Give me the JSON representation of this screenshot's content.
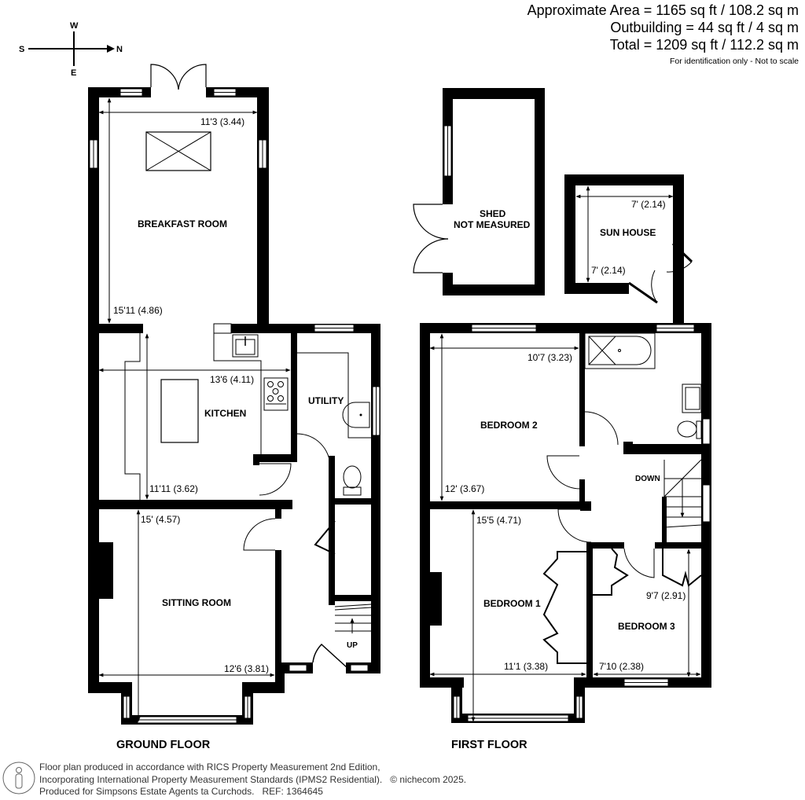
{
  "areas": {
    "approximate": "Approximate Area = 1165 sq ft / 108.2 sq m",
    "outbuilding": "Outbuilding = 44 sq ft / 4 sq m",
    "total": "Total = 1209 sq ft / 112.2 sq m",
    "note": "For identification only - Not to scale"
  },
  "compass": {
    "n": "N",
    "s": "S",
    "e": "E",
    "w": "W"
  },
  "ground_floor": {
    "title": "GROUND FLOOR",
    "rooms": {
      "breakfast": {
        "name": "BREAKFAST ROOM",
        "width": "11'3 (3.44)",
        "length": "15'11 (4.86)"
      },
      "kitchen": {
        "name": "KITCHEN",
        "width": "13'6 (4.11)",
        "length": "11'11 (3.62)"
      },
      "utility": {
        "name": "UTILITY"
      },
      "sitting": {
        "name": "SITTING ROOM",
        "length": "15' (4.57)",
        "width": "12'6 (3.81)"
      },
      "stairs": {
        "label": "UP"
      }
    }
  },
  "first_floor": {
    "title": "FIRST FLOOR",
    "rooms": {
      "bedroom2": {
        "name": "BEDROOM 2",
        "width": "10'7 (3.23)",
        "length": "12' (3.67)"
      },
      "bedroom1": {
        "name": "BEDROOM 1",
        "length": "15'5 (4.71)",
        "width": "11'1 (3.38)"
      },
      "bedroom3": {
        "name": "BEDROOM 3",
        "length": "9'7 (2.91)",
        "width": "7'10 (2.38)"
      },
      "stairs": {
        "label": "DOWN"
      }
    }
  },
  "outbuildings": {
    "shed": {
      "name_line1": "SHED",
      "name_line2": "NOT MEASURED"
    },
    "sun_house": {
      "name": "SUN HOUSE",
      "width": "7' (2.14)",
      "length": "7' (2.14)"
    }
  },
  "footer": {
    "line1": "Floor plan produced in accordance with RICS Property Measurement 2nd Edition,",
    "line2": "Incorporating International Property Measurement Standards (IPMS2 Residential).",
    "copyright": "© nichecom 2025.",
    "line3": "Produced for Simpsons Estate Agents ta Curchods.   REF: 1364645"
  }
}
